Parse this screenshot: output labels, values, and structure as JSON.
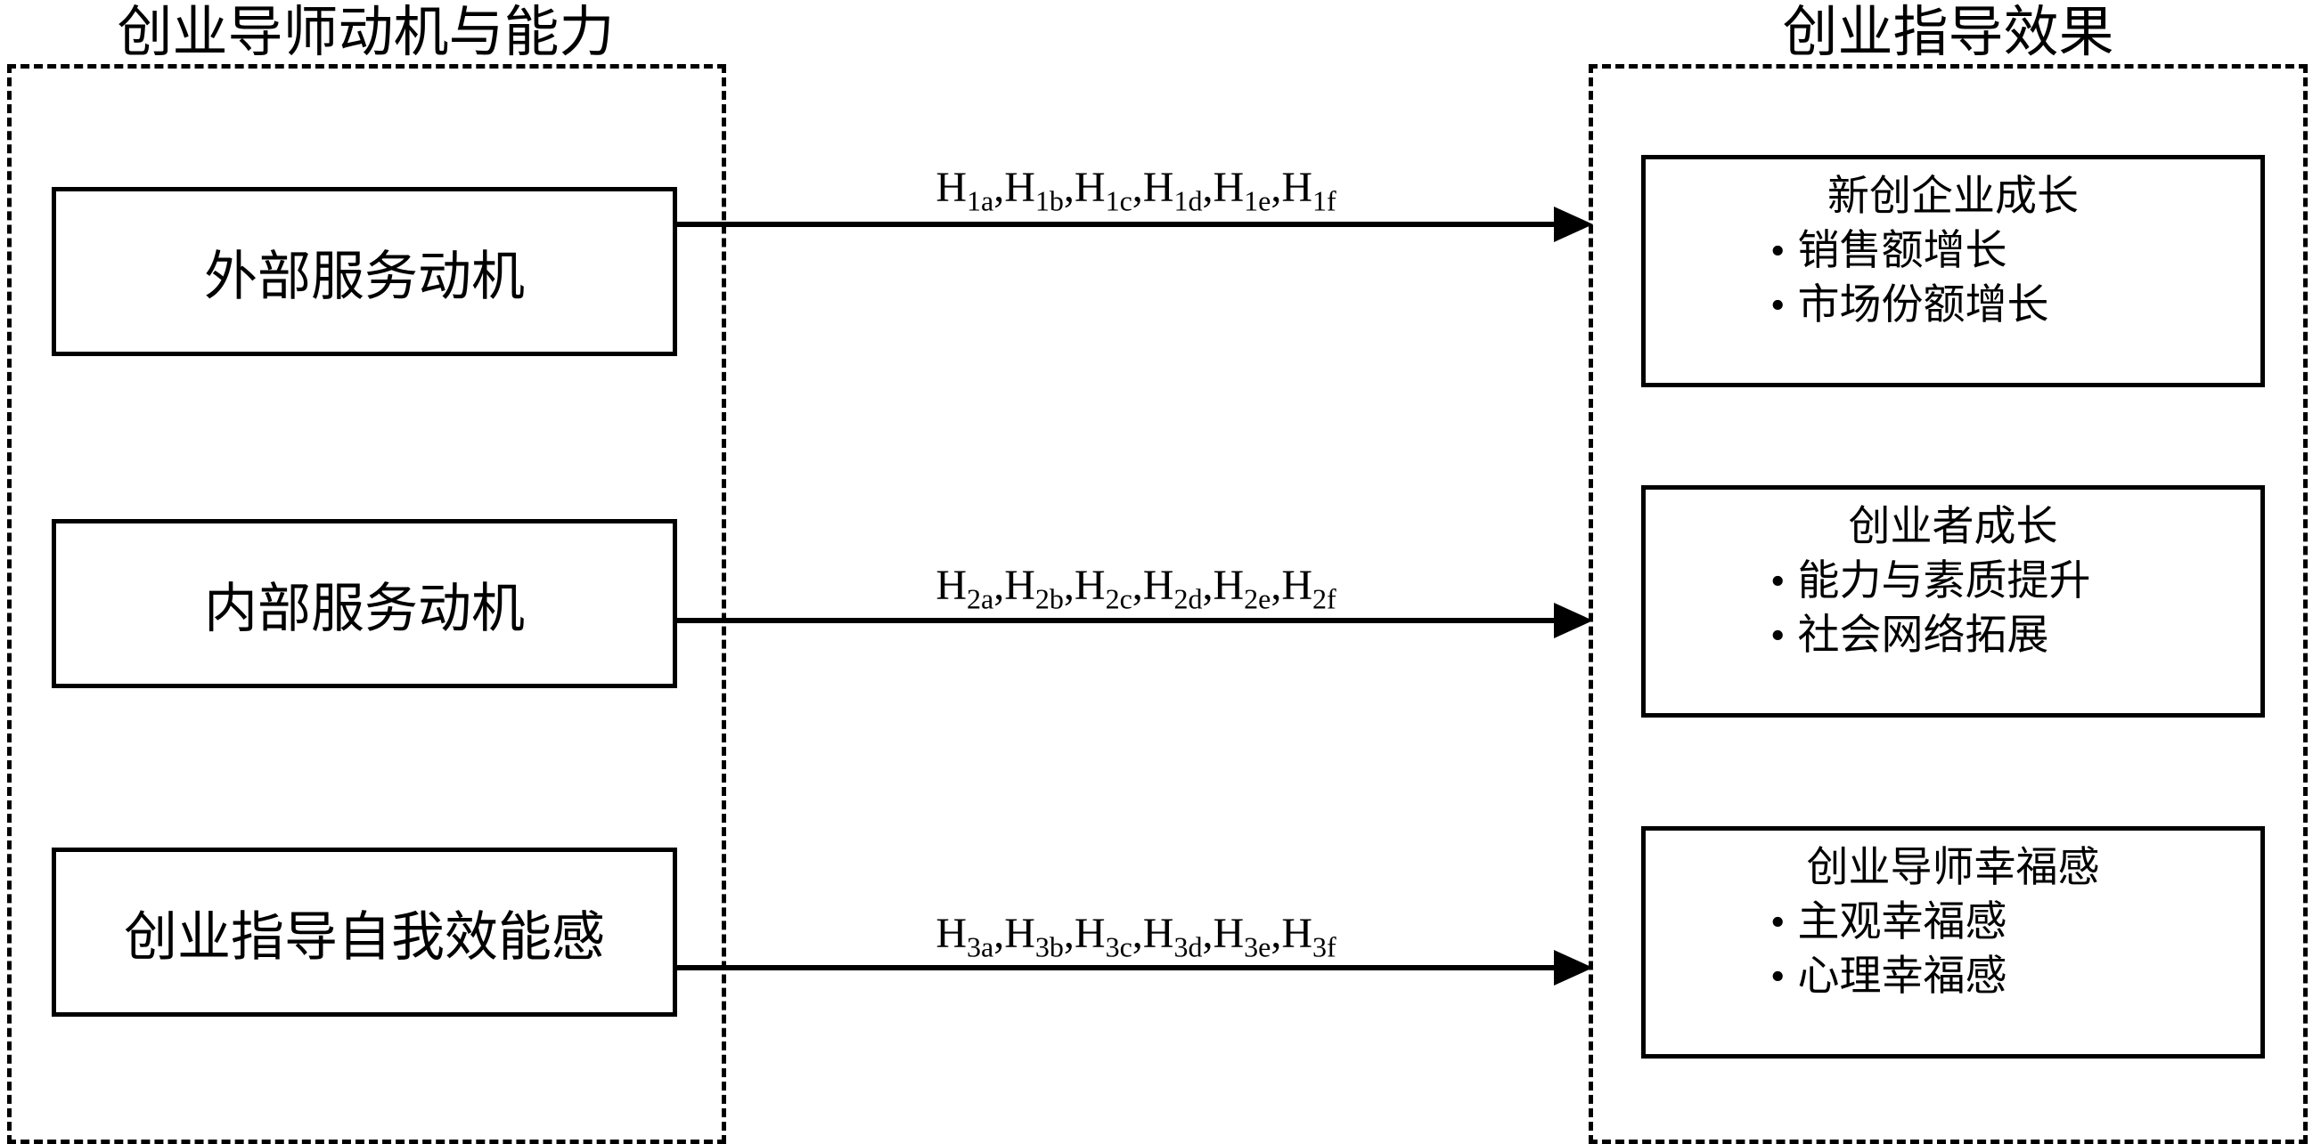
{
  "ui": {
    "bullet_glyph": "•"
  },
  "left_group": {
    "title": "创业导师动机与能力",
    "boxes": [
      {
        "label": "外部服务动机"
      },
      {
        "label": "内部服务动机"
      },
      {
        "label": "创业指导自我效能感"
      }
    ]
  },
  "right_group": {
    "title": "创业指导效果",
    "boxes": [
      {
        "title": "新创企业成长",
        "bullets": [
          "销售额增长",
          "市场份额增长"
        ]
      },
      {
        "title": "创业者成长",
        "bullets": [
          "能力与素质提升",
          "社会网络拓展"
        ]
      },
      {
        "title": "创业导师幸福感",
        "bullets": [
          "主观幸福感",
          "心理幸福感"
        ]
      }
    ]
  },
  "arrows": [
    {
      "prefix": "H",
      "subs": [
        "1a",
        "1b",
        "1c",
        "1d",
        "1e",
        "1f"
      ]
    },
    {
      "prefix": "H",
      "subs": [
        "2a",
        "2b",
        "2c",
        "2d",
        "2e",
        "2f"
      ]
    },
    {
      "prefix": "H",
      "subs": [
        "3a",
        "3b",
        "3c",
        "3d",
        "3e",
        "3f"
      ]
    }
  ],
  "colors": {
    "line": "#000000",
    "background": "#ffffff"
  }
}
